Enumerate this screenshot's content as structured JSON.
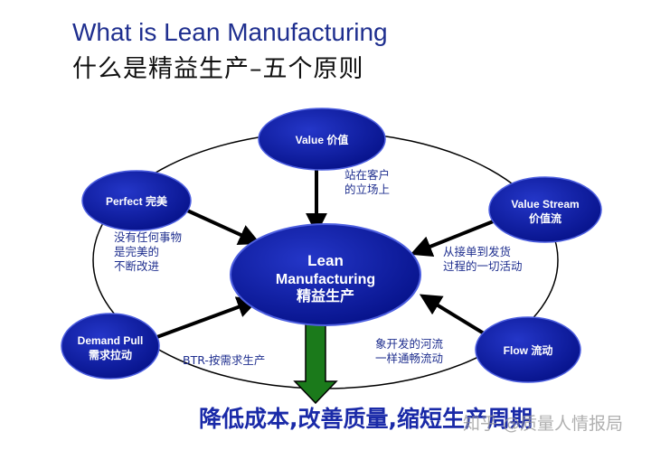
{
  "title": {
    "en": "What is Lean Manufacturing",
    "zh": "什么是精益生产–五个原则"
  },
  "center": {
    "line1": "Lean",
    "line2": "Manufacturing",
    "line3": "精益生产"
  },
  "principles": {
    "value": {
      "label": "Value 价值"
    },
    "perfect": {
      "label": "Perfect  完美"
    },
    "value_stream": {
      "line1": "Value Stream",
      "line2": "价值流"
    },
    "demand_pull": {
      "line1": "Demand Pull",
      "line2": "需求拉动"
    },
    "flow": {
      "label": "Flow  流动"
    }
  },
  "notes": {
    "value": [
      "站在客户",
      "的立场上"
    ],
    "perfect": [
      "没有任何事物",
      "是完美的",
      "不断改进"
    ],
    "value_stream": [
      "从接单到发货",
      "过程的一切活动"
    ],
    "demand_pull": "BTR-按需求生产",
    "flow": [
      "象开发的河流",
      "一样通畅流动"
    ]
  },
  "bottom_text": "降低成本,改善质量,缩短生产周期",
  "watermark": "知乎 @质量人情报局",
  "colors": {
    "bubble_fill": "#0a1aa0",
    "title_blue": "#1f2f8f",
    "center_arrow_green": "#1b7a1b"
  }
}
